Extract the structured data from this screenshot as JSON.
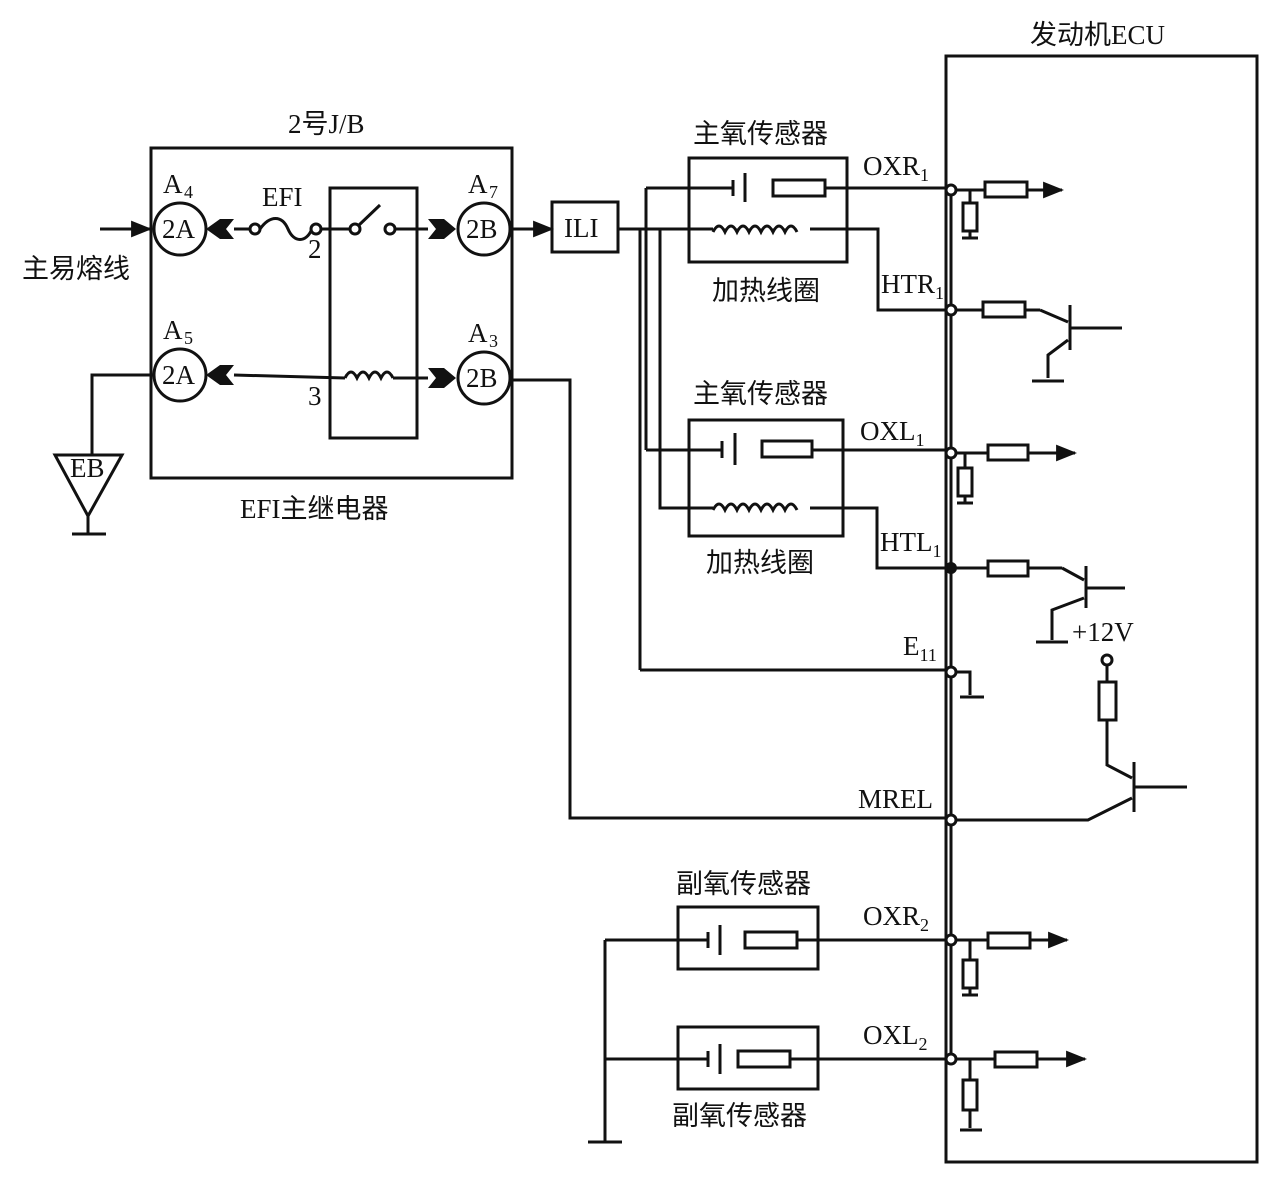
{
  "labels": {
    "ecu_title": "发动机ECU",
    "jb_title": "2号J/B",
    "main_fusible": "主易熔线",
    "efi_fuse": "EFI",
    "relay_name": "EFI主继电器",
    "eb": "EB",
    "ili": "ILI",
    "main_o2_upper": "主氧传感器",
    "heater_upper": "加热线圈",
    "main_o2_lower": "主氧传感器",
    "heater_lower": "加热线圈",
    "sub_o2_upper": "副氧传感器",
    "sub_o2_lower": "副氧传感器",
    "plus12v": "+12V",
    "relay_pin2": "2",
    "relay_pin3": "3"
  },
  "connectors": {
    "a4": {
      "letter": "A",
      "num": "4",
      "code": "2A"
    },
    "a7": {
      "letter": "A",
      "num": "7",
      "code": "2B"
    },
    "a5": {
      "letter": "A",
      "num": "5",
      "code": "2A"
    },
    "a3": {
      "letter": "A",
      "num": "3",
      "code": "2B"
    }
  },
  "pins": {
    "oxr1": {
      "name": "OXR",
      "sub": "1"
    },
    "htr1": {
      "name": "HTR",
      "sub": "1"
    },
    "oxl1": {
      "name": "OXL",
      "sub": "1"
    },
    "htl1": {
      "name": "HTL",
      "sub": "1"
    },
    "e11": {
      "name": "E",
      "sub": "11"
    },
    "mrel": {
      "name": "MREL",
      "sub": ""
    },
    "oxr2": {
      "name": "OXR",
      "sub": "2"
    },
    "oxl2": {
      "name": "OXL",
      "sub": "2"
    }
  }
}
